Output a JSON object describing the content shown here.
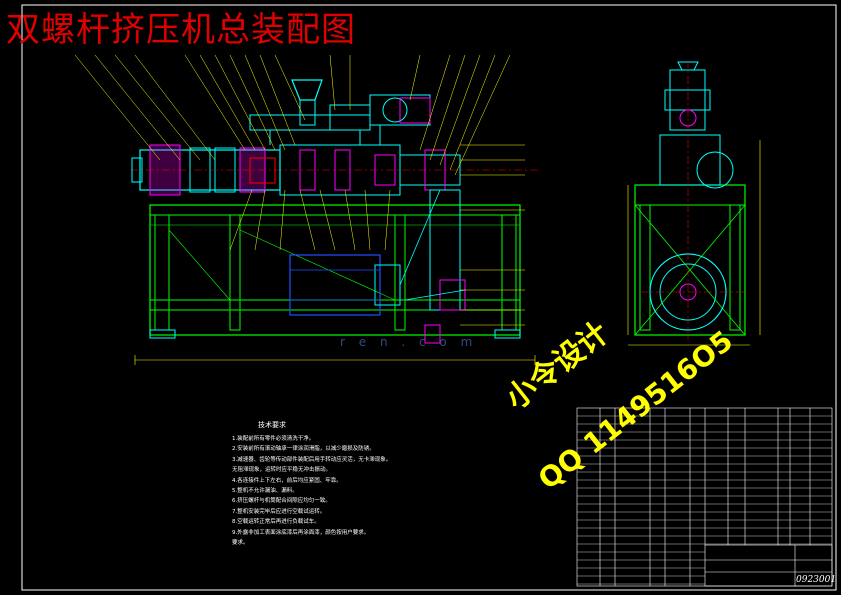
{
  "title": "双螺杆挤压机总装配图",
  "notes": {
    "heading": "技术要求",
    "items": [
      "1.装配前所有零件必须清洗干净。",
      "2.安装前所有滚动轴承一律涂润滑脂，以减少磨损及防锈。",
      "3.减速器、齿轮等传动部件装配后用手转动应灵活，无卡滞现象。",
      "  无阻滞现象，运转时应平稳无冲击振动。",
      "4.各连接件上下左右，前后均应紧固、牢靠。",
      "5.整机不允许漏油、漏料。",
      "6.挤压螺杆与机筒配合间隙应均匀一致。",
      "7.整机安装完毕后应进行空载试运转。",
      "8.空载运转正常后再进行负载试车。",
      "9.外露非加工表面涂底漆后再涂面漆，颜色按用户要求。",
      "  要求。"
    ]
  },
  "watermark": {
    "line1": "小令设计",
    "line2": "QQ 1149516O5"
  },
  "logo": {
    "text": "r e n . c o m"
  },
  "drawing_number": "0923001",
  "colors": {
    "background": "#000000",
    "title": "#e00000",
    "frame": "#ffffff",
    "machine": "#00ffff",
    "frame_base": "#00ff00",
    "accent": "#ff00ff",
    "leader": "#ffff00",
    "center": "#ff0000",
    "watermark": "#ffff00",
    "motor": "#2050ff"
  }
}
